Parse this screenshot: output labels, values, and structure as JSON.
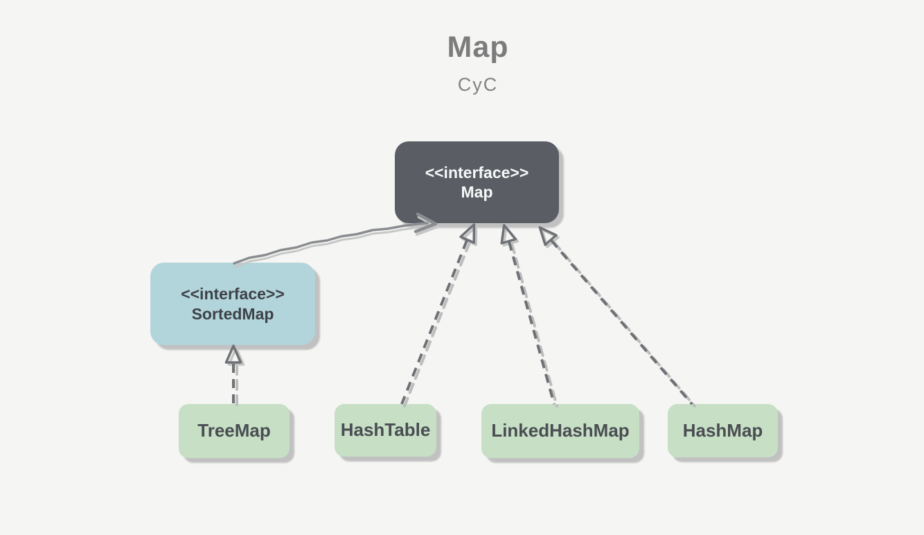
{
  "title": "Map",
  "subtitle": "CyC",
  "nodes": {
    "map": {
      "stereotype": "<<interface>>",
      "name": "Map"
    },
    "sortedmap": {
      "stereotype": "<<interface>>",
      "name": "SortedMap"
    },
    "treemap": {
      "name": "TreeMap"
    },
    "hashtable": {
      "name": "HashTable"
    },
    "linkedhashmap": {
      "name": "LinkedHashMap"
    },
    "hashmap": {
      "name": "HashMap"
    }
  },
  "edges": [
    {
      "from": "SortedMap",
      "to": "Map",
      "type": "extends",
      "line": "solid",
      "arrow": "open-chevron"
    },
    {
      "from": "TreeMap",
      "to": "SortedMap",
      "type": "implements",
      "line": "dashed",
      "arrow": "hollow-triangle"
    },
    {
      "from": "HashTable",
      "to": "Map",
      "type": "implements",
      "line": "dashed",
      "arrow": "hollow-triangle"
    },
    {
      "from": "LinkedHashMap",
      "to": "Map",
      "type": "implements",
      "line": "dashed",
      "arrow": "hollow-triangle"
    },
    {
      "from": "HashMap",
      "to": "Map",
      "type": "implements",
      "line": "dashed",
      "arrow": "hollow-triangle"
    }
  ],
  "colors": {
    "background": "#f5f5f3",
    "interface_box": "#5a5e64",
    "interface_box_text": "#f7f8f8",
    "sorted_map_box": "#b2d4db",
    "class_box": "#c6dfc5",
    "class_box_text": "#4a4d52",
    "title_text": "#7c7c7c",
    "edge_dark": "#6e7175",
    "edge_solid": "#8a8d90",
    "shadow": "#c1c1c1"
  }
}
